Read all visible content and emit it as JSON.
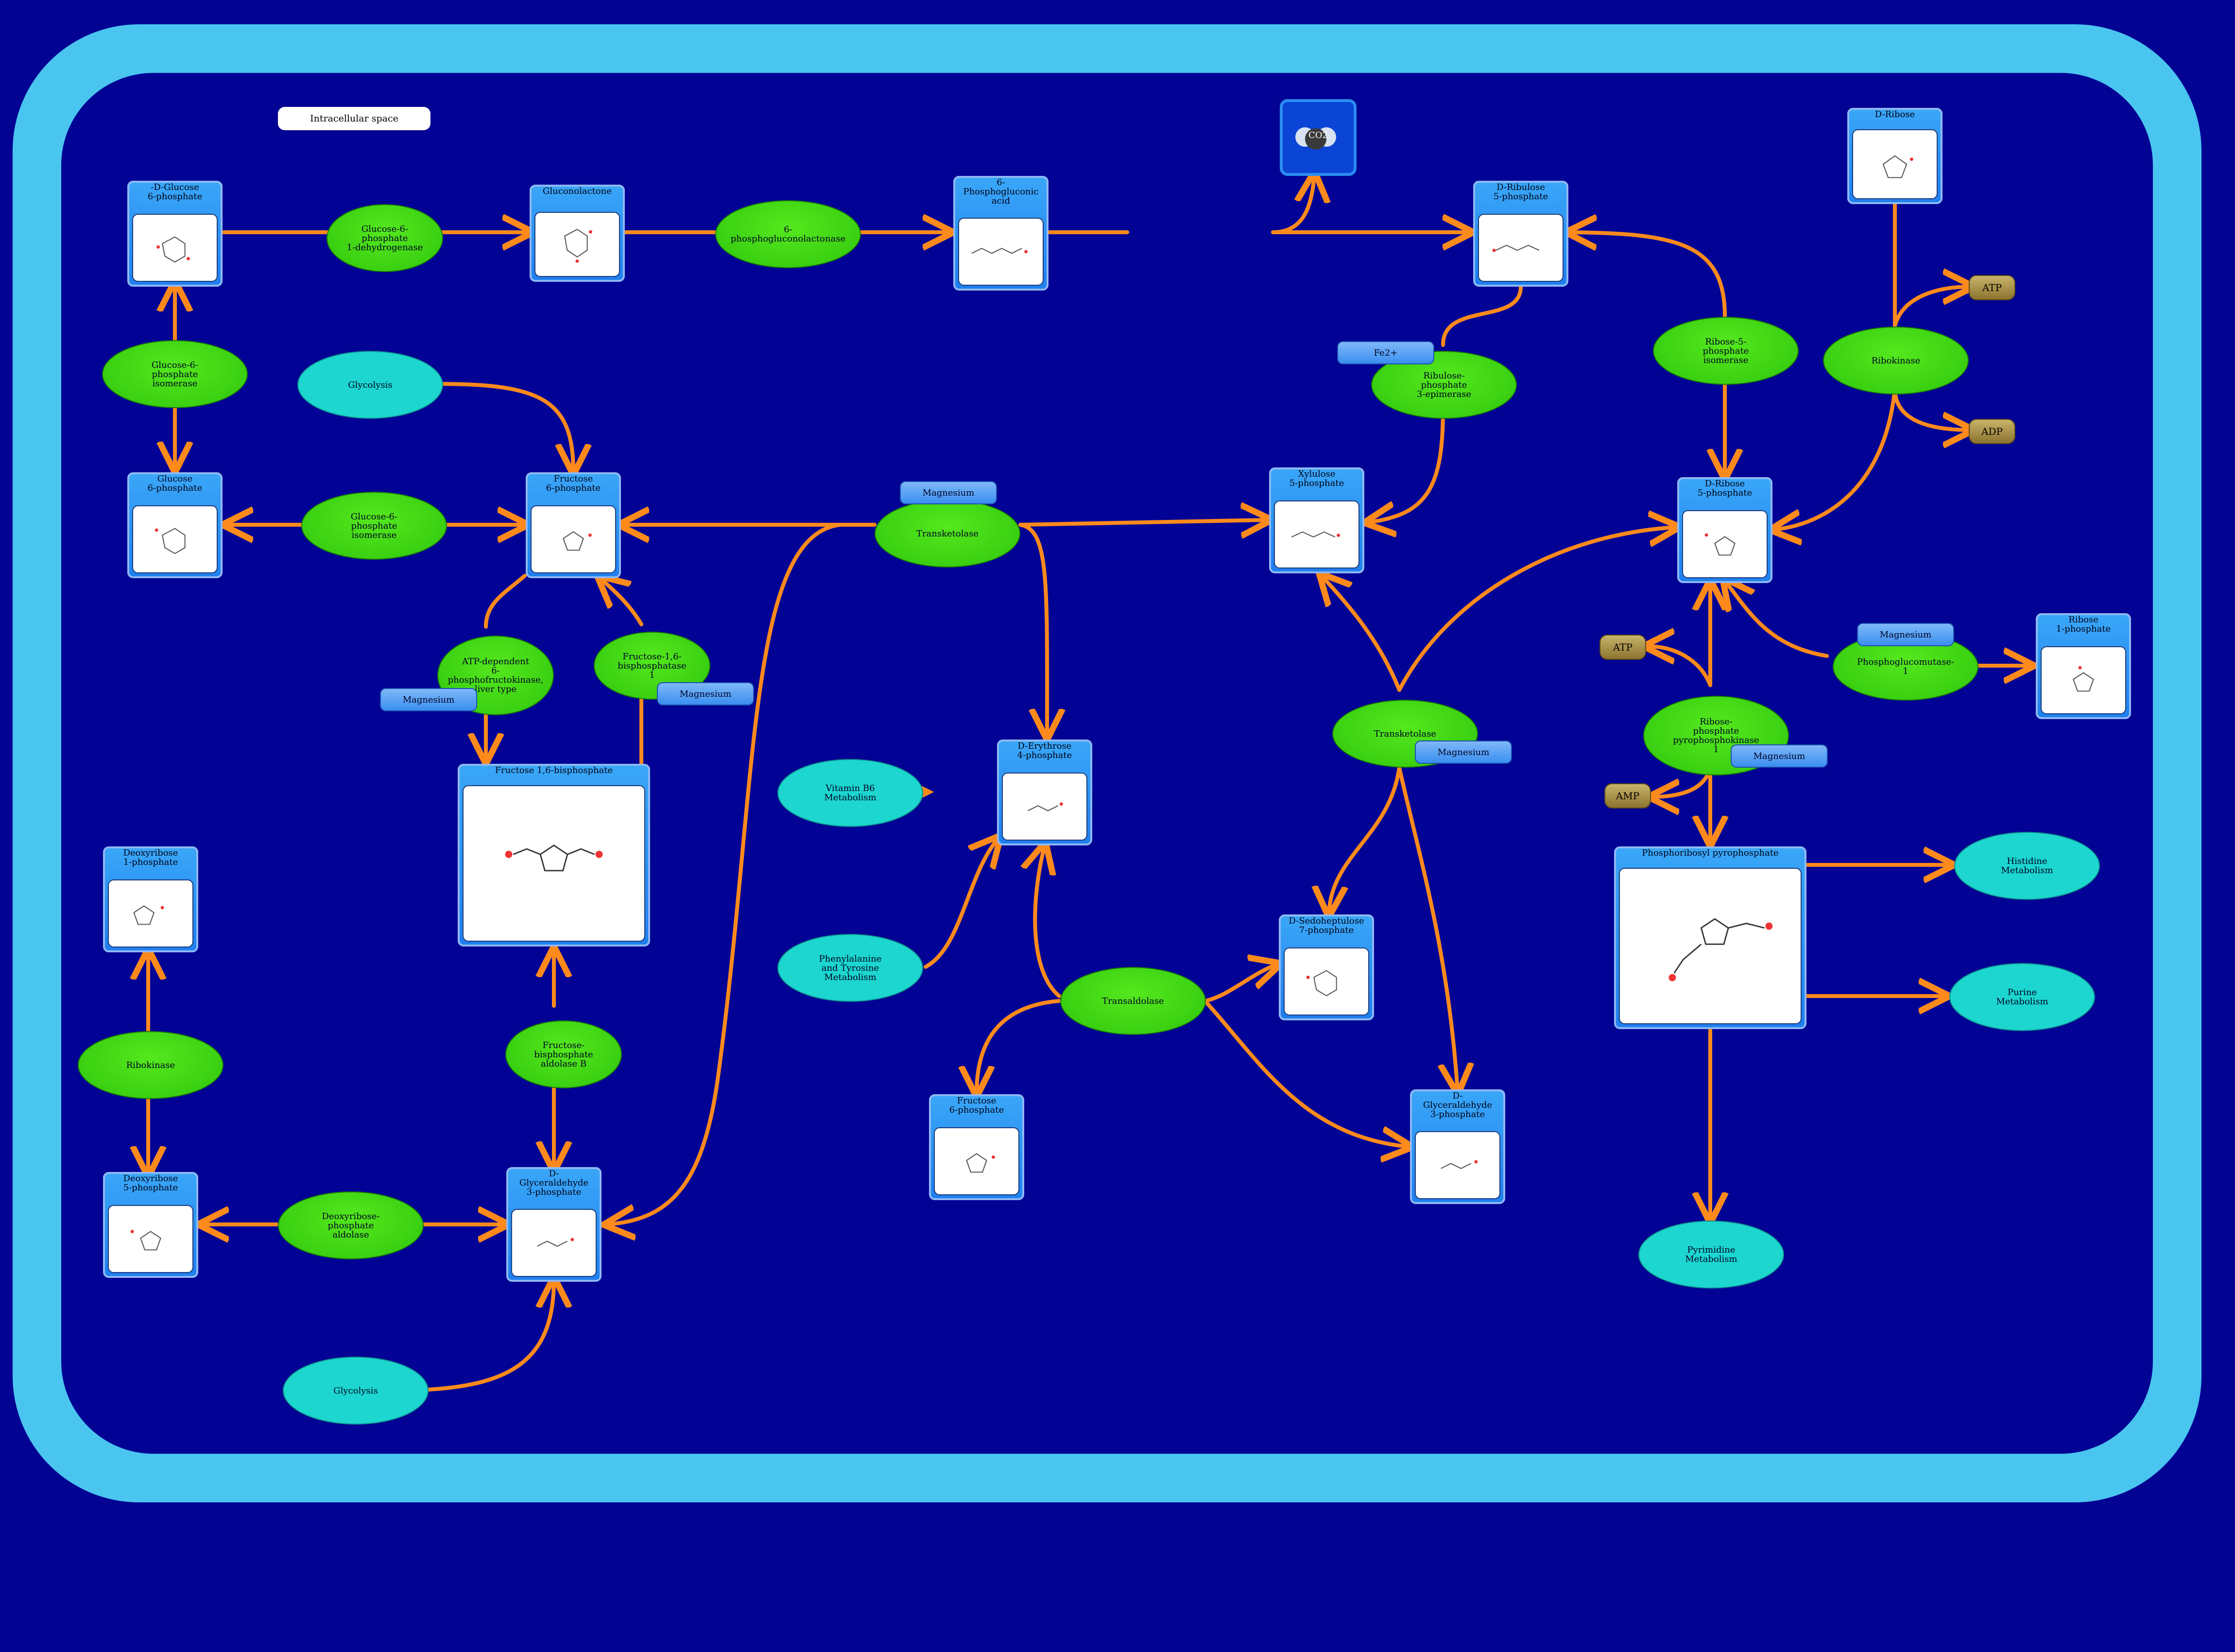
{
  "compartment": {
    "label": "Intracellular space"
  },
  "co2": {
    "label": "CO2"
  },
  "compounds": [
    {
      "id": "d-glucose-6-phosphate",
      "label": "-D-Glucose\n6-phosphate"
    },
    {
      "id": "gluconolactone",
      "label": "Gluconolactone"
    },
    {
      "id": "6-phosphogluconic-acid",
      "label": "6-\nPhosphogluconic\nacid"
    },
    {
      "id": "d-ribulose-5-phosphate",
      "label": "D-Ribulose\n5-phosphate"
    },
    {
      "id": "d-ribose",
      "label": "D-Ribose"
    },
    {
      "id": "glucose-6-phosphate",
      "label": "Glucose\n6-phosphate"
    },
    {
      "id": "fructose-6-phosphate-top",
      "label": "Fructose\n6-phosphate"
    },
    {
      "id": "xylulose-5-phosphate",
      "label": "Xylulose\n5-phosphate"
    },
    {
      "id": "d-ribose-5-phosphate",
      "label": "D-Ribose\n5-phosphate"
    },
    {
      "id": "ribose-1-phosphate",
      "label": "Ribose\n1-phosphate"
    },
    {
      "id": "fructose-1-6-bisphosphate",
      "label": "Fructose 1,6-bisphosphate"
    },
    {
      "id": "d-erythrose-4-phosphate",
      "label": "D-Erythrose\n4-phosphate"
    },
    {
      "id": "deoxyribose-1-phosphate",
      "label": "Deoxyribose\n1-phosphate"
    },
    {
      "id": "phosphoribosyl-pyrophosphate",
      "label": "Phosphoribosyl pyrophosphate"
    },
    {
      "id": "d-sedoheptulose-7-phosphate",
      "label": "D-Sedoheptulose\n7-phosphate"
    },
    {
      "id": "fructose-6-phosphate-bottom",
      "label": "Fructose\n6-phosphate"
    },
    {
      "id": "d-glyceraldehyde-3-phosphate-right",
      "label": "D-\nGlyceraldehyde\n3-phosphate"
    },
    {
      "id": "deoxyribose-5-phosphate",
      "label": "Deoxyribose\n5-phosphate"
    },
    {
      "id": "d-glyceraldehyde-3-phosphate-left",
      "label": "D-\nGlyceraldehyde\n3-phosphate"
    }
  ],
  "enzymes": [
    {
      "id": "glucose-6-phosphate-1-dehydrogenase",
      "label": "Glucose-6-\nphosphate\n1-dehydrogenase"
    },
    {
      "id": "6-phosphogluconolactonase",
      "label": "6-\nphosphogluconolactonase"
    },
    {
      "id": "glucose-6-phosphate-isomerase-top",
      "label": "Glucose-6-\nphosphate\nisomerase"
    },
    {
      "id": "glucose-6-phosphate-isomerase-mid",
      "label": "Glucose-6-\nphosphate\nisomerase"
    },
    {
      "id": "ribulose-phosphate-3-epimerase",
      "label": "Ribulose-\nphosphate\n3-epimerase"
    },
    {
      "id": "ribose-5-phosphate-isomerase",
      "label": "Ribose-5-\nphosphate\nisomerase"
    },
    {
      "id": "ribokinase-right",
      "label": "Ribokinase"
    },
    {
      "id": "transketolase-top",
      "label": "Transketolase"
    },
    {
      "id": "atp-dependent-6-phosphofructokinase",
      "label": "ATP-dependent\n6-\nphosphofructokinase,\nliver type"
    },
    {
      "id": "fructose-1-6-bisphosphatase-1",
      "label": "Fructose-1,6-\nbisphosphatase\n1"
    },
    {
      "id": "phosphoglucomutase-1",
      "label": "Phosphoglucomutase-\n1"
    },
    {
      "id": "transketolase-mid",
      "label": "Transketolase"
    },
    {
      "id": "ribose-phosphate-pyrophosphokinase-1",
      "label": "Ribose-\nphosphate\npyrophosphokinase\n1"
    },
    {
      "id": "ribokinase-left",
      "label": "Ribokinase"
    },
    {
      "id": "fructose-bisphosphate-aldolase-b",
      "label": "Fructose-\nbisphosphate\naldolase B"
    },
    {
      "id": "transaldolase",
      "label": "Transaldolase"
    },
    {
      "id": "deoxyribose-phosphate-aldolase",
      "label": "Deoxyribose-\nphosphate\naldolase"
    }
  ],
  "pathways": [
    {
      "id": "glycolysis-top",
      "label": "Glycolysis"
    },
    {
      "id": "vitamin-b6-metabolism",
      "label": "Vitamin B6\nMetabolism"
    },
    {
      "id": "phenylalanine-tyrosine-metabolism",
      "label": "Phenylalanine\nand Tyrosine\nMetabolism"
    },
    {
      "id": "histidine-metabolism",
      "label": "Histidine\nMetabolism"
    },
    {
      "id": "purine-metabolism",
      "label": "Purine\nMetabolism"
    },
    {
      "id": "pyrimidine-metabolism",
      "label": "Pyrimidine\nMetabolism"
    },
    {
      "id": "glycolysis-bottom",
      "label": "Glycolysis"
    }
  ],
  "cofactors": {
    "magnesium": "Magnesium",
    "fe2": "Fe2+"
  },
  "small_molecules": {
    "atp": "ATP",
    "adp": "ADP",
    "amp": "AMP"
  },
  "colors": {
    "background": "#030393",
    "membrane": "#4ac5f0",
    "arrow": "#ff8a1c",
    "enzyme": "#3fd513",
    "pathway": "#1cd6cf",
    "compound_header": "#2b90f4"
  }
}
